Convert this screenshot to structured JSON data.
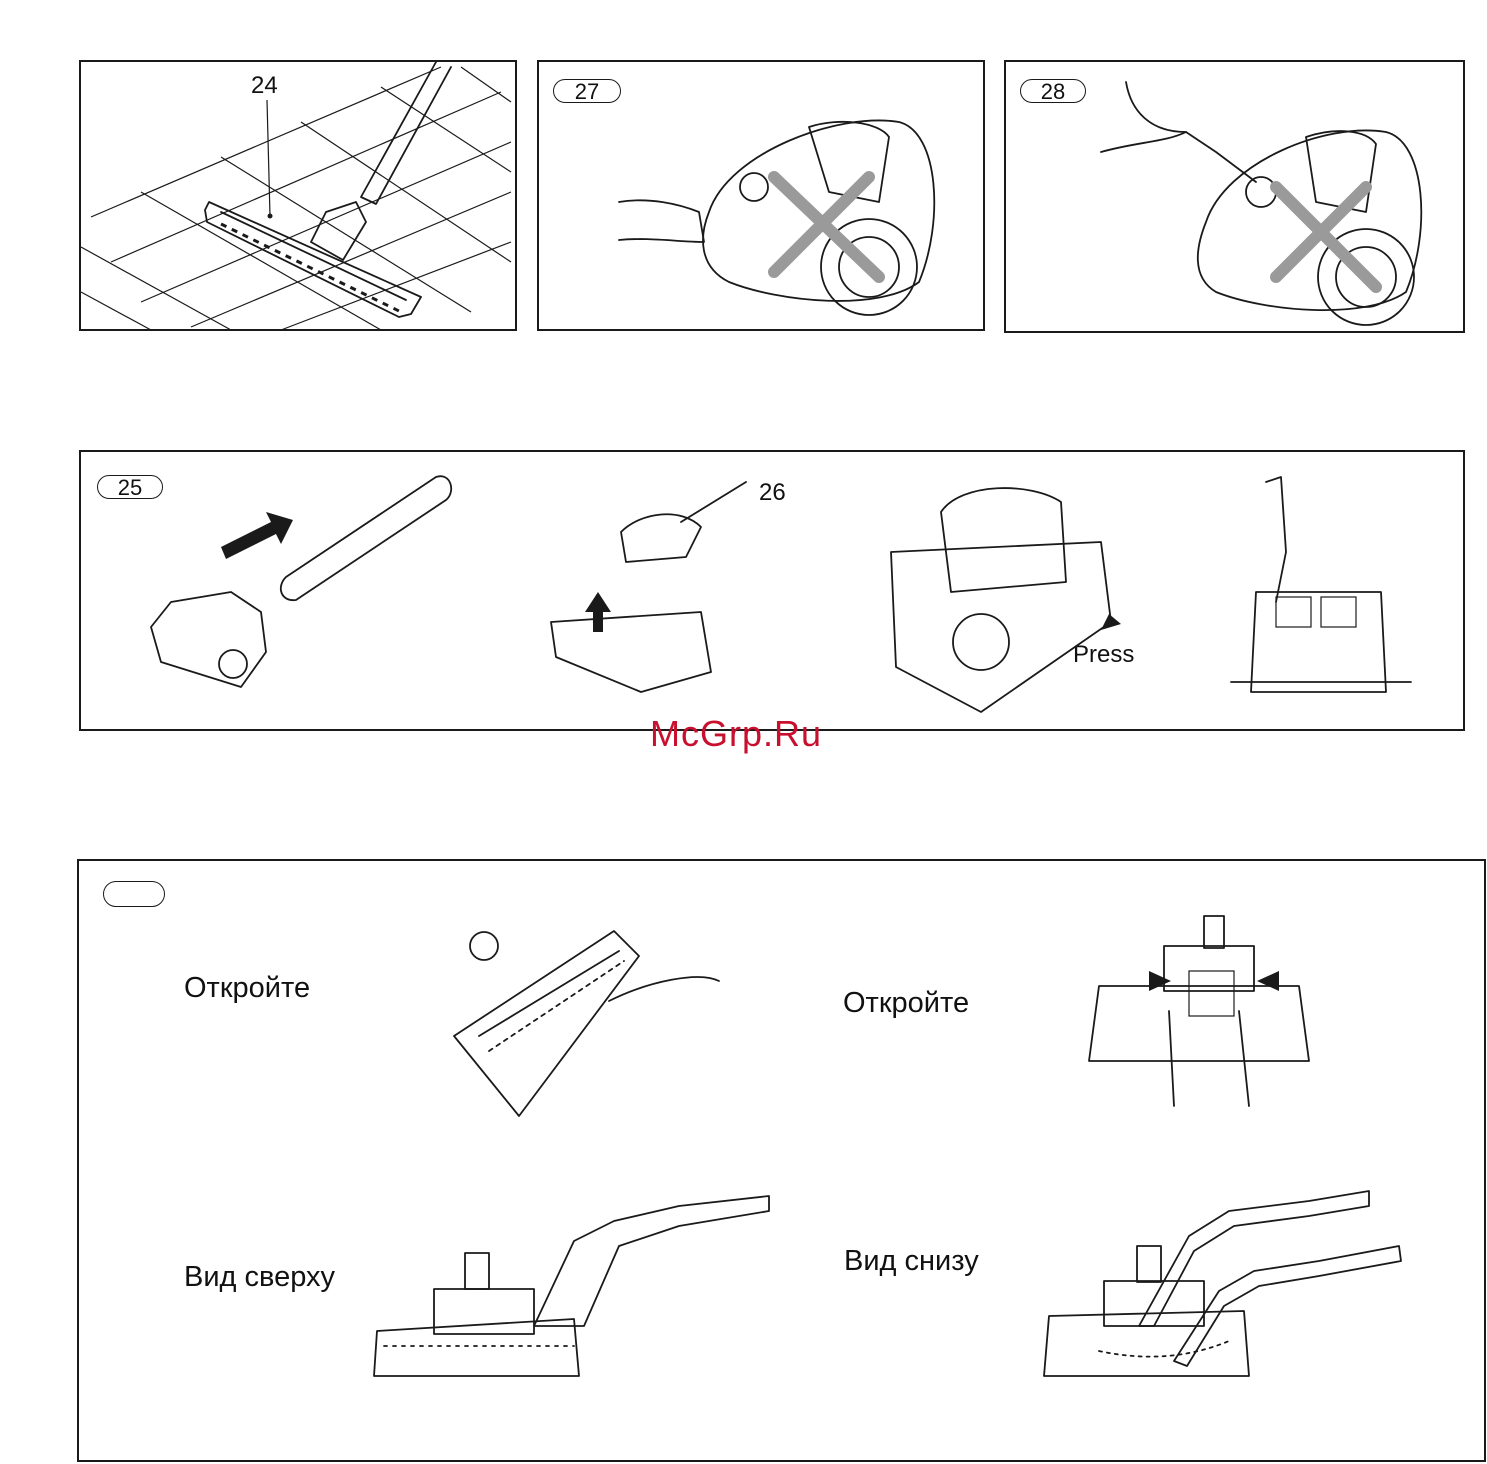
{
  "figures": {
    "fig24": {
      "callout": "24"
    },
    "fig27": {
      "badge": "27"
    },
    "fig28": {
      "badge": "28"
    },
    "fig25": {
      "badge": "25",
      "callout": "26",
      "press_label": "Press"
    }
  },
  "watermark": "McGrp.Ru",
  "bottom_panel": {
    "badge": "",
    "captions": {
      "open_left": "Откройте",
      "open_right": "Откройте",
      "top_view": "Вид сверху",
      "bottom_view": "Вид снизу"
    }
  },
  "colors": {
    "line": "#1a1a1a",
    "cross": "#9a9a9a",
    "watermark": "#c8102e"
  }
}
